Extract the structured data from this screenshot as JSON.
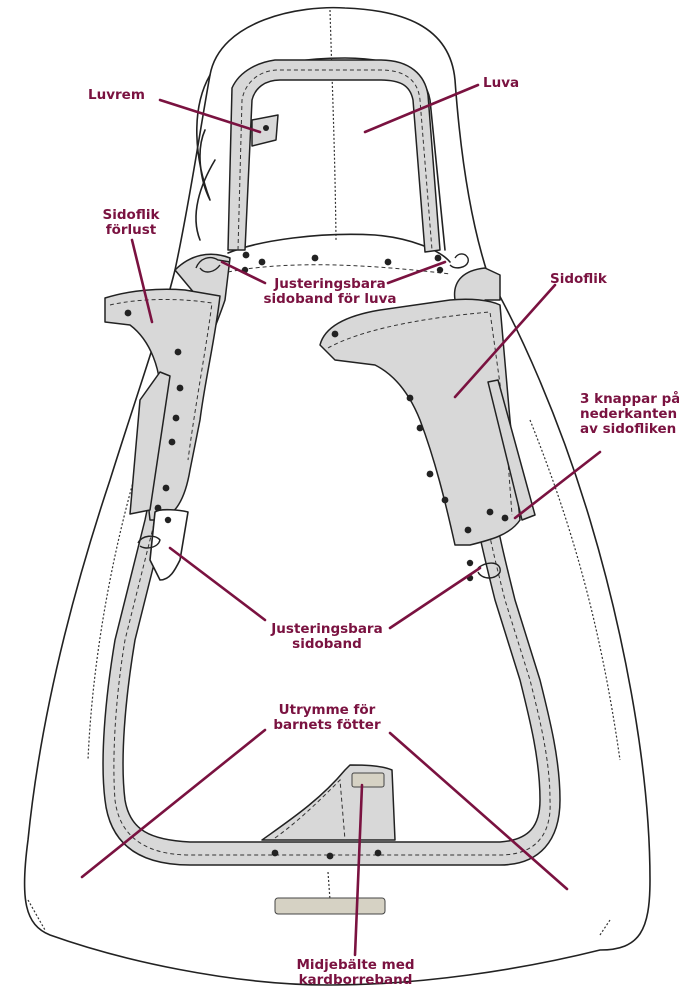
{
  "labels": {
    "luvrem": "Luvrem",
    "luva": "Luva",
    "sidoflik_forlust_line1": "Sidoflik",
    "sidoflik_forlust_line2": "förlust",
    "justering_luva_line1": "Justeringsbara",
    "justering_luva_line2": "sidoband för luva",
    "sidoflik": "Sidoflik",
    "knappar_line1": "3 knappar på",
    "knappar_line2": "nederkanten",
    "knappar_line3": "av sidofliken",
    "justering_line1": "Justeringsbara",
    "justering_line2": "sidoband",
    "utrymme_line1": "Utrymme för",
    "utrymme_line2": "barnets fötter",
    "midje_line1": "Midjebälte med",
    "midje_line2": "kardborreband"
  },
  "colors": {
    "label": "#7a1240",
    "strap_fill": "#d8d8d8",
    "outline": "#222222"
  }
}
